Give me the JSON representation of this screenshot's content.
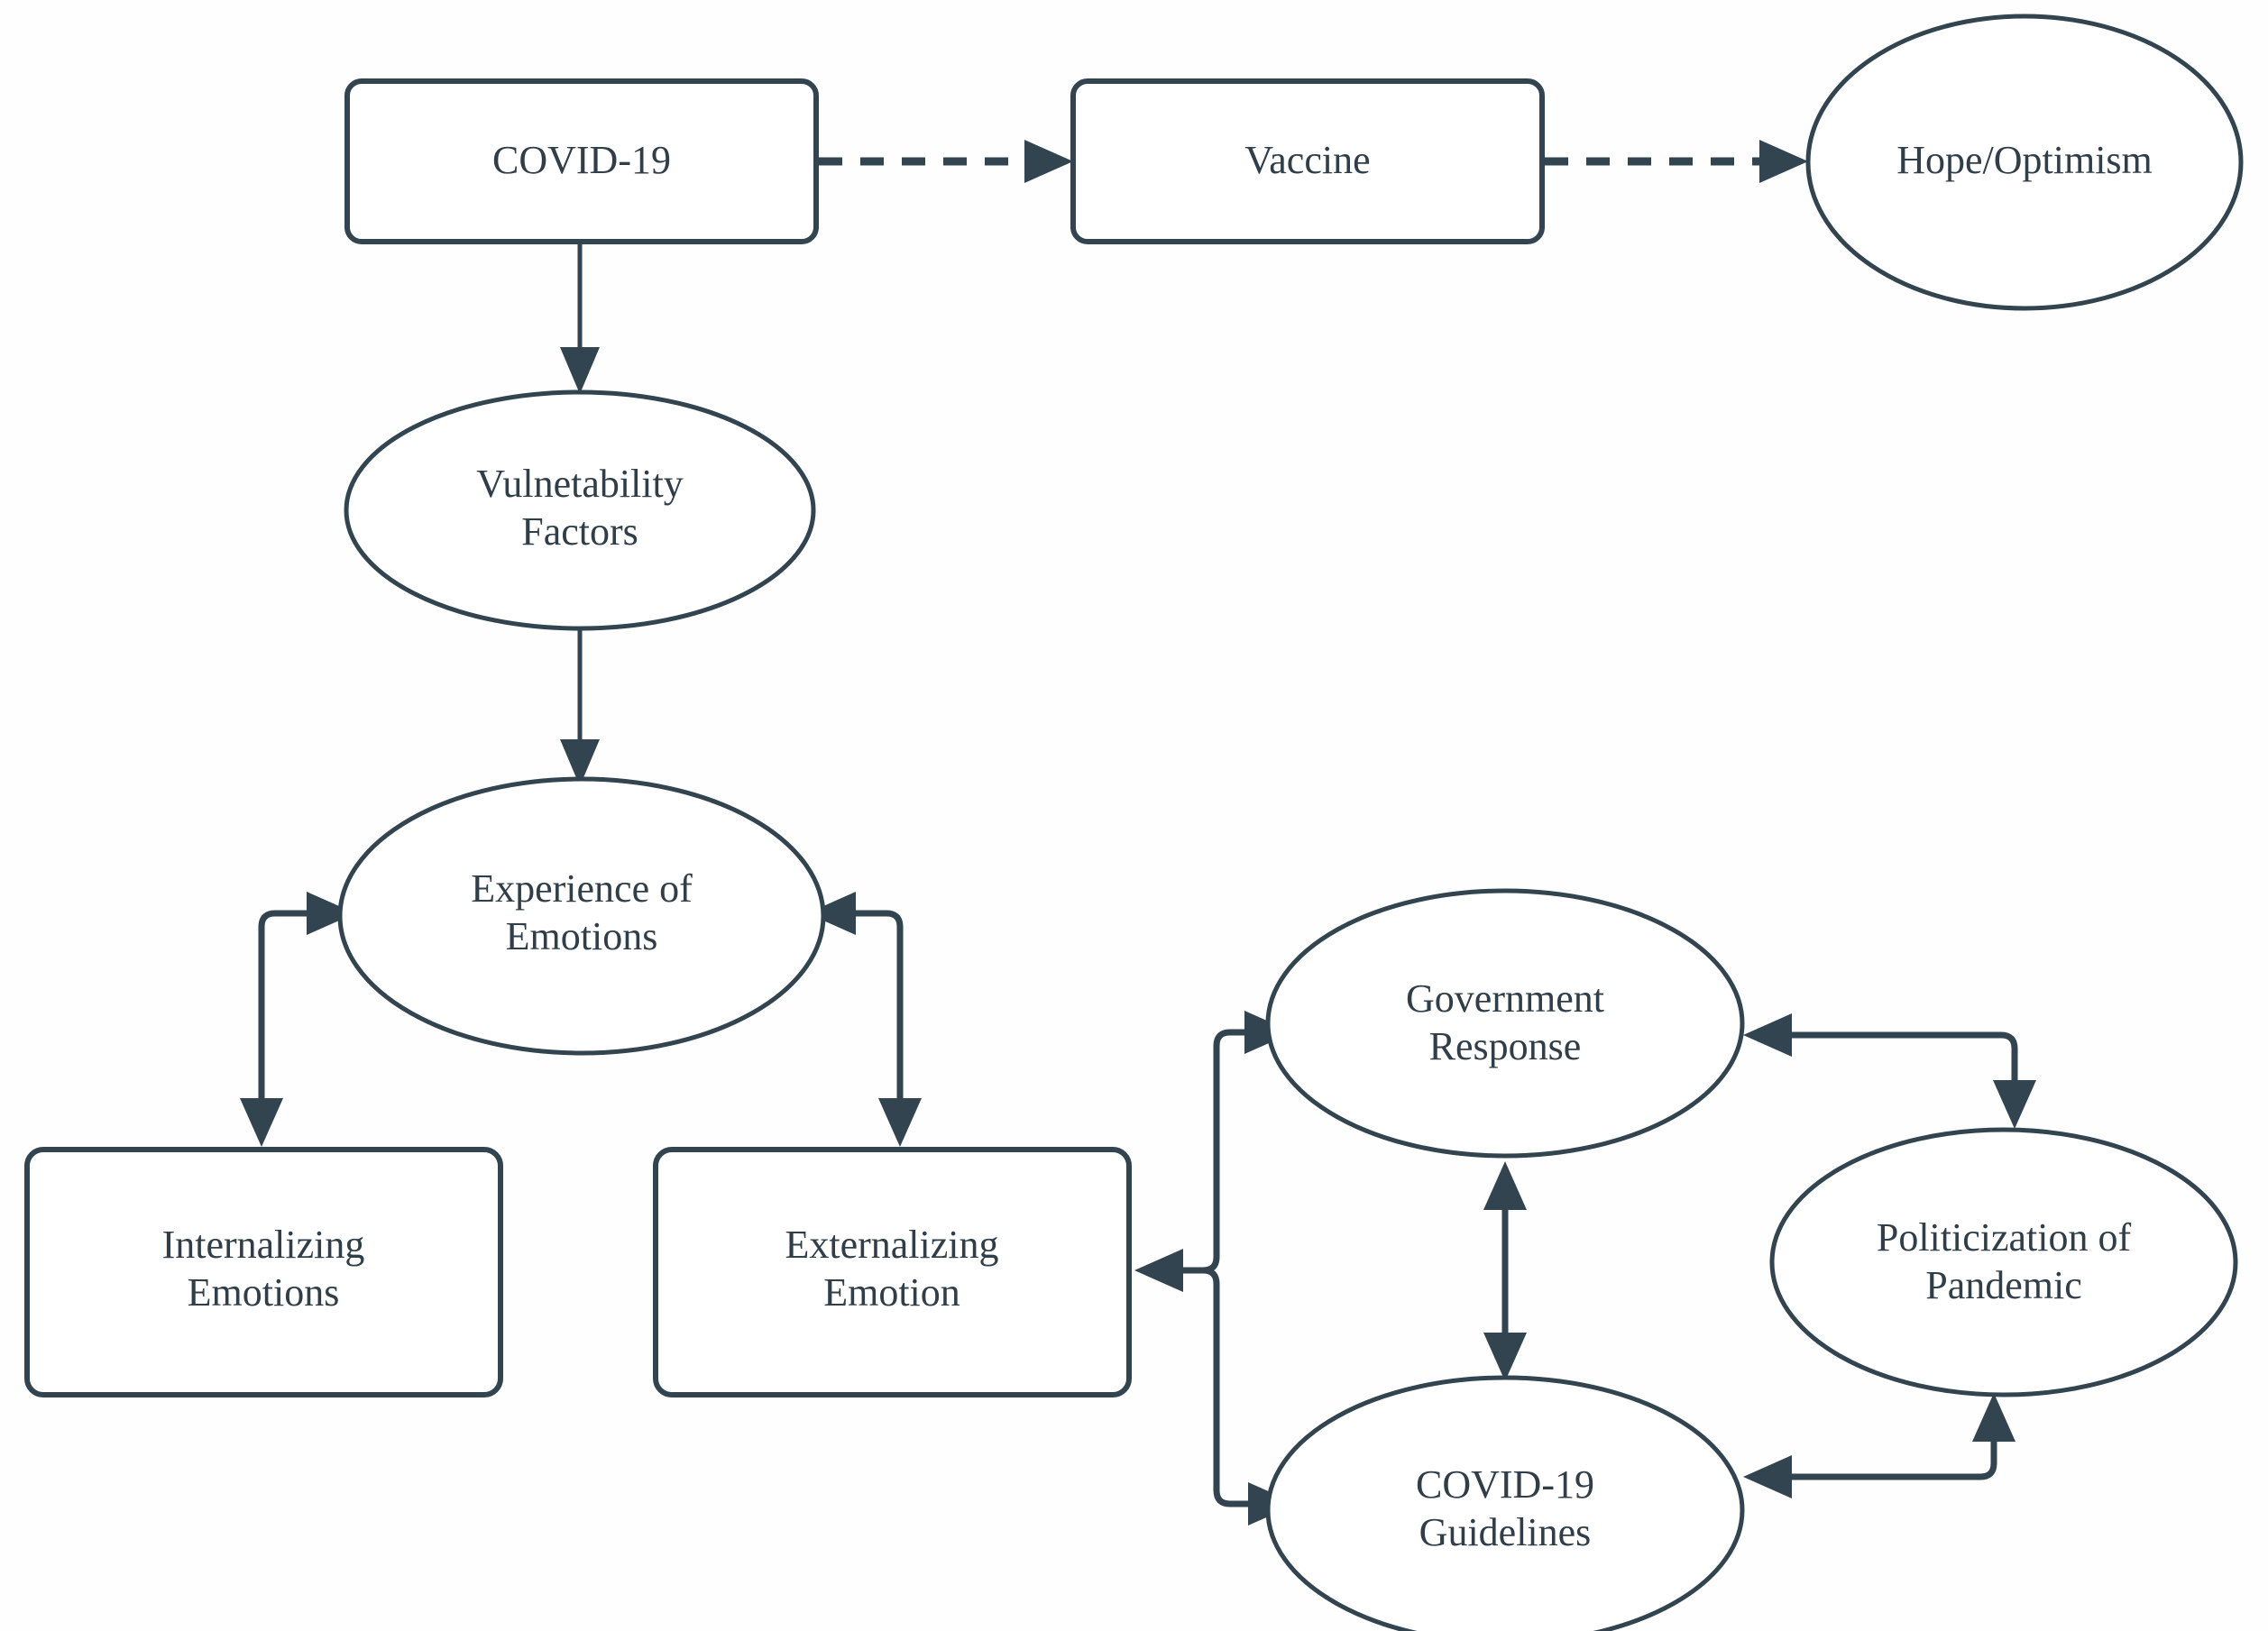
{
  "diagram": {
    "type": "flowchart",
    "title": "",
    "background_color": "#fefefe",
    "stroke_color": "#31444f",
    "text_color": "#2f3e48",
    "node_fill": "#ffffff",
    "nodes": [
      {
        "id": "covid19",
        "label": "COVID-19",
        "shape": "rounded-rect"
      },
      {
        "id": "vaccine",
        "label": "Vaccine",
        "shape": "rounded-rect"
      },
      {
        "id": "hope",
        "label": "Hope/Optimism",
        "shape": "ellipse"
      },
      {
        "id": "vulnerability",
        "label_line1": "Vulnetability",
        "label_line2": "Factors",
        "shape": "ellipse"
      },
      {
        "id": "experience",
        "label_line1": "Experience of",
        "label_line2": "Emotions",
        "shape": "ellipse"
      },
      {
        "id": "internalizing",
        "label_line1": "Internalizing",
        "label_line2": "Emotions",
        "shape": "rounded-rect"
      },
      {
        "id": "externalizing",
        "label_line1": "Externalizing",
        "label_line2": "Emotion",
        "shape": "rounded-rect"
      },
      {
        "id": "government",
        "label_line1": "Government",
        "label_line2": "Response",
        "shape": "ellipse"
      },
      {
        "id": "guidelines",
        "label_line1": "COVID-19",
        "label_line2": "Guidelines",
        "shape": "ellipse"
      },
      {
        "id": "politicization",
        "label_line1": "Politicization of",
        "label_line2": "Pandemic",
        "shape": "ellipse"
      }
    ],
    "edges": [
      {
        "from": "covid19",
        "to": "vaccine",
        "style": "dashed",
        "direction": "forward"
      },
      {
        "from": "vaccine",
        "to": "hope",
        "style": "dashed",
        "direction": "forward"
      },
      {
        "from": "covid19",
        "to": "vulnerability",
        "style": "solid",
        "direction": "forward"
      },
      {
        "from": "vulnerability",
        "to": "experience",
        "style": "solid",
        "direction": "forward"
      },
      {
        "from": "experience",
        "to": "internalizing",
        "style": "solid",
        "direction": "bidirectional"
      },
      {
        "from": "experience",
        "to": "externalizing",
        "style": "solid",
        "direction": "bidirectional"
      },
      {
        "from": "externalizing",
        "to": "government",
        "style": "solid",
        "direction": "bidirectional"
      },
      {
        "from": "externalizing",
        "to": "guidelines",
        "style": "solid",
        "direction": "bidirectional"
      },
      {
        "from": "government",
        "to": "guidelines",
        "style": "solid",
        "direction": "bidirectional"
      },
      {
        "from": "government",
        "to": "politicization",
        "style": "solid",
        "direction": "bidirectional"
      },
      {
        "from": "guidelines",
        "to": "politicization",
        "style": "solid",
        "direction": "bidirectional"
      }
    ]
  }
}
